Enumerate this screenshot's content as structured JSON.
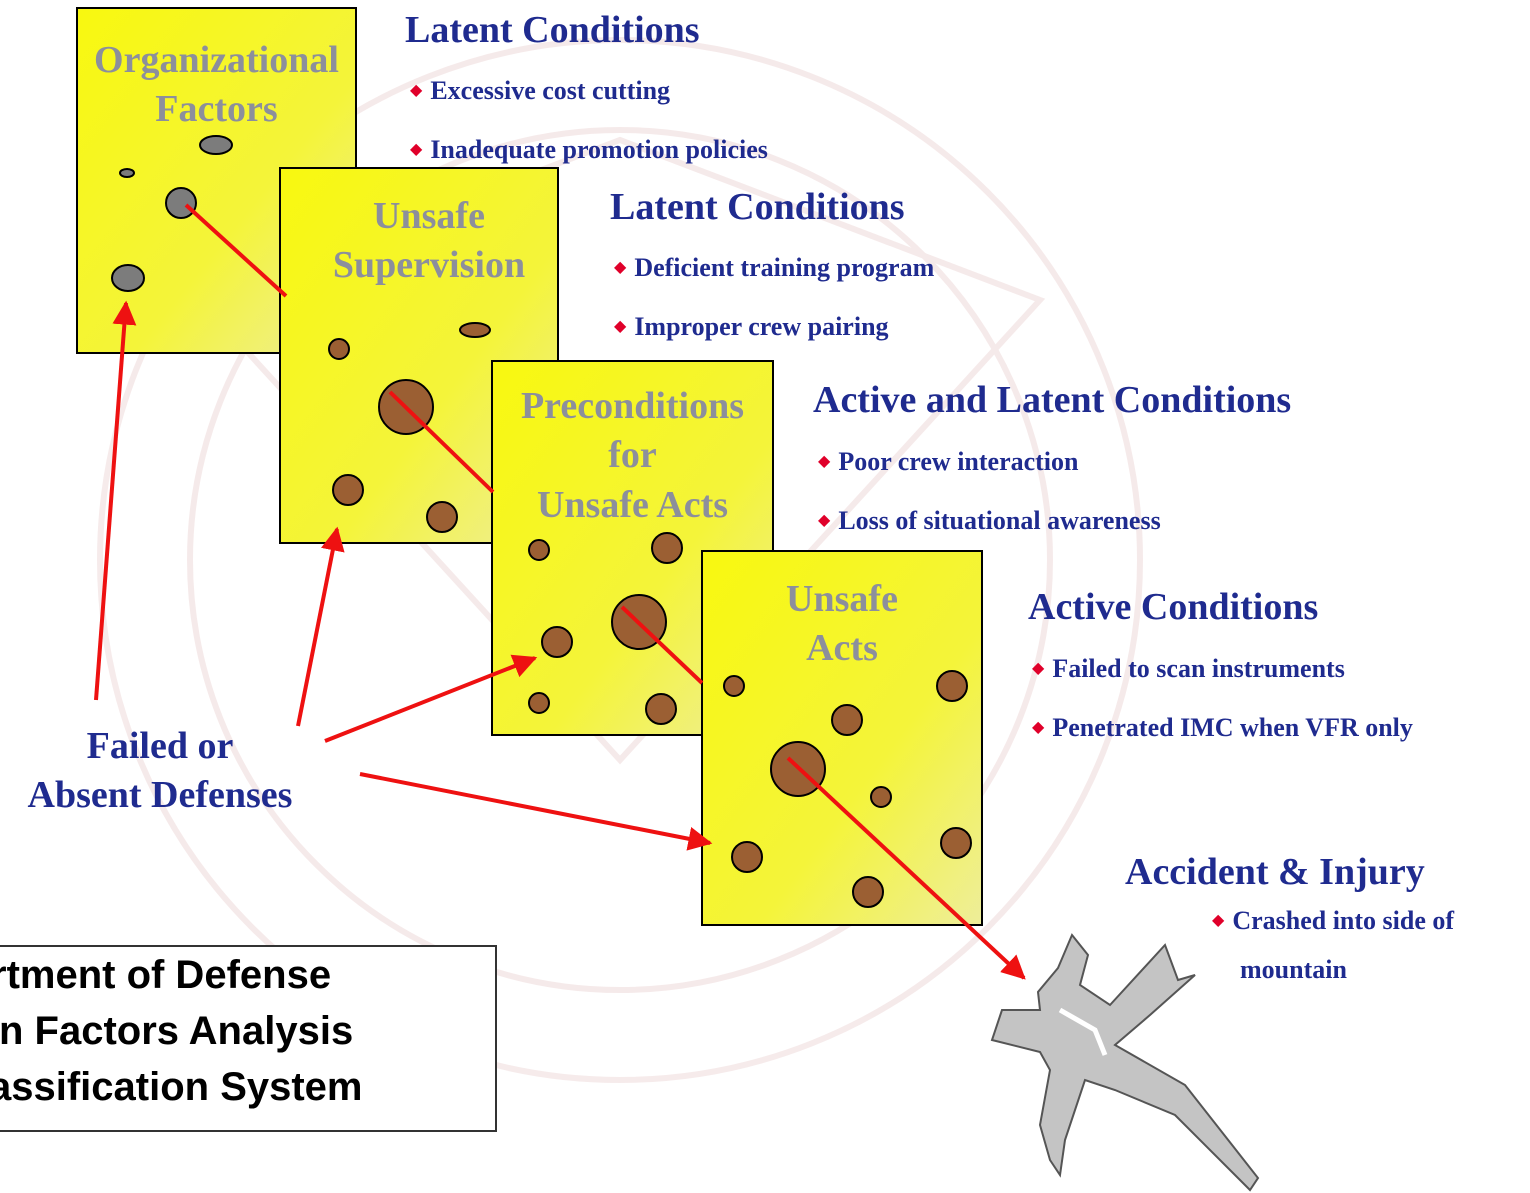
{
  "slices": [
    {
      "id": "org",
      "label_lines": [
        "Organizational",
        "Factors"
      ],
      "hole_color": "#7c7c7c"
    },
    {
      "id": "sup",
      "label_lines": [
        "Unsafe",
        "Supervision"
      ],
      "hole_color": "#9b5f33"
    },
    {
      "id": "pre",
      "label_lines": [
        "Preconditions",
        "for",
        "Unsafe Acts"
      ],
      "hole_color": "#9b5f33"
    },
    {
      "id": "act",
      "label_lines": [
        "Unsafe",
        "Acts"
      ],
      "hole_color": "#9b5f33"
    }
  ],
  "condition_groups": [
    {
      "heading": "Latent Conditions",
      "items": [
        "Excessive cost cutting",
        "Inadequate promotion policies"
      ]
    },
    {
      "heading": "Latent Conditions",
      "items": [
        "Deficient training program",
        "Improper crew pairing"
      ]
    },
    {
      "heading": "Active and Latent Conditions",
      "items": [
        "Poor crew interaction",
        "Loss of situational awareness"
      ]
    },
    {
      "heading": "Active Conditions",
      "items": [
        "Failed to scan instruments",
        "Penetrated IMC when VFR only"
      ]
    }
  ],
  "outcome": {
    "heading": "Accident & Injury",
    "items": [
      "Crashed into side of",
      "mountain"
    ]
  },
  "defenses_label": [
    "Failed or",
    "Absent Defenses"
  ],
  "hfacs_box": [
    "rtment of Defense",
    "n Factors Analysis",
    "assification System"
  ],
  "colors": {
    "slice_fill": "#f5f514",
    "heading": "#1f2b8f",
    "bullet": "#e0002a",
    "arrow": "#ee1111",
    "slice_label": "#8c8f9c",
    "aircraft": "#c4c4c4"
  },
  "icons": {
    "bullet": "diamond-bullet-icon",
    "aircraft": "crashed-aircraft-icon",
    "watermark": "seal-watermark-icon"
  }
}
